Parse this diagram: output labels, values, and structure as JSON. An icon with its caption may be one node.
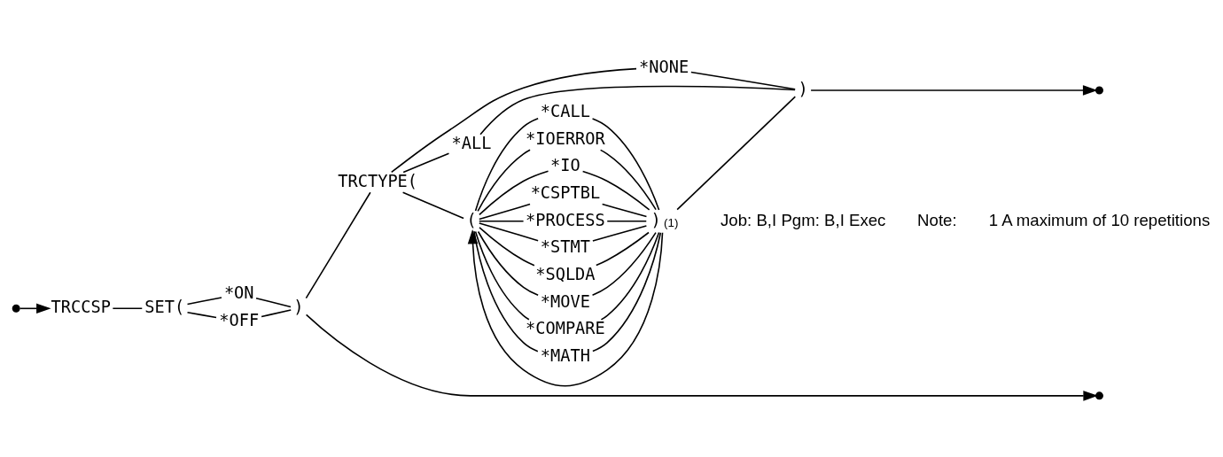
{
  "diagram": {
    "nodes": [
      {
        "text": [
          "TRCCSP"
        ]
      },
      {
        "text": [
          "SET("
        ]
      },
      {
        "text": [
          "*ON"
        ]
      },
      {
        "text": [
          "*OFF"
        ]
      },
      {
        "text": [
          ")"
        ]
      },
      {
        "text": [
          "TRCTYPE("
        ]
      },
      {
        "text": [
          "*NONE"
        ]
      },
      {
        "text": [
          "*ALL"
        ]
      },
      {
        "text": [
          "("
        ]
      },
      {
        "text": [
          "*CALL"
        ]
      },
      {
        "text": [
          "*IOERROR"
        ]
      },
      {
        "text": [
          "*IO"
        ]
      },
      {
        "text": [
          "*CSPTBL"
        ]
      },
      {
        "text": [
          "*PROCESS"
        ]
      },
      {
        "text": [
          "*STMT"
        ]
      },
      {
        "text": [
          "*SQLDA"
        ]
      },
      {
        "text": [
          "*MOVE"
        ]
      },
      {
        "text": [
          "*COMPARE"
        ]
      },
      {
        "text": [
          "*MATH"
        ]
      },
      {
        "text": [
          ")"
        ],
        "beside": [
          "(1)"
        ]
      },
      {
        "text": [
          ")"
        ]
      }
    ],
    "edges": [
      {
        "from": null,
        "to": 0,
        "arrow": "to"
      },
      {
        "from": 0,
        "to": 1,
        "arrow": "none"
      },
      {
        "from": 1,
        "to": 2,
        "arrow": "none"
      },
      {
        "from": 1,
        "to": 3,
        "arrow": "none"
      },
      {
        "from": 2,
        "to": 4,
        "arrow": "none"
      },
      {
        "from": 3,
        "to": 4,
        "arrow": "none"
      },
      {
        "from": 4,
        "to": null,
        "arrow": "to"
      },
      {
        "from": 4,
        "to": 5,
        "arrow": "none"
      },
      {
        "from": 5,
        "to": 6,
        "arrow": "none"
      },
      {
        "from": 5,
        "to": 7,
        "arrow": "none"
      },
      {
        "from": 5,
        "to": 8,
        "arrow": "none"
      },
      {
        "from": 6,
        "to": 20,
        "arrow": "none"
      },
      {
        "from": 7,
        "to": 20,
        "arrow": "none"
      },
      {
        "from": 8,
        "to": 9,
        "arrow": "none"
      },
      {
        "from": 8,
        "to": 10,
        "arrow": "none"
      },
      {
        "from": 8,
        "to": 11,
        "arrow": "none"
      },
      {
        "from": 8,
        "to": 12,
        "arrow": "none"
      },
      {
        "from": 8,
        "to": 13,
        "arrow": "none"
      },
      {
        "from": 8,
        "to": 14,
        "arrow": "none"
      },
      {
        "from": 8,
        "to": 15,
        "arrow": "none"
      },
      {
        "from": 8,
        "to": 16,
        "arrow": "none"
      },
      {
        "from": 8,
        "to": 17,
        "arrow": "none"
      },
      {
        "from": 8,
        "to": 18,
        "arrow": "none"
      },
      {
        "from": 9,
        "to": 19,
        "arrow": "none"
      },
      {
        "from": 10,
        "to": 19,
        "arrow": "none"
      },
      {
        "from": 11,
        "to": 19,
        "arrow": "none"
      },
      {
        "from": 12,
        "to": 19,
        "arrow": "none"
      },
      {
        "from": 13,
        "to": 19,
        "arrow": "none"
      },
      {
        "from": 14,
        "to": 19,
        "arrow": "none"
      },
      {
        "from": 15,
        "to": 19,
        "arrow": "none"
      },
      {
        "from": 16,
        "to": 19,
        "arrow": "none"
      },
      {
        "from": 17,
        "to": 19,
        "arrow": "none"
      },
      {
        "from": 18,
        "to": 19,
        "arrow": "none"
      },
      {
        "from": 19,
        "to": 8,
        "arrow": "to"
      },
      {
        "from": 19,
        "to": 20,
        "arrow": "none"
      },
      {
        "from": 20,
        "to": null,
        "arrow": "to"
      }
    ],
    "labels": [
      "Job: B,I Pgm: B,I Exec",
      "Note:",
      "1 A maximum of 10 repetitions"
    ]
  }
}
